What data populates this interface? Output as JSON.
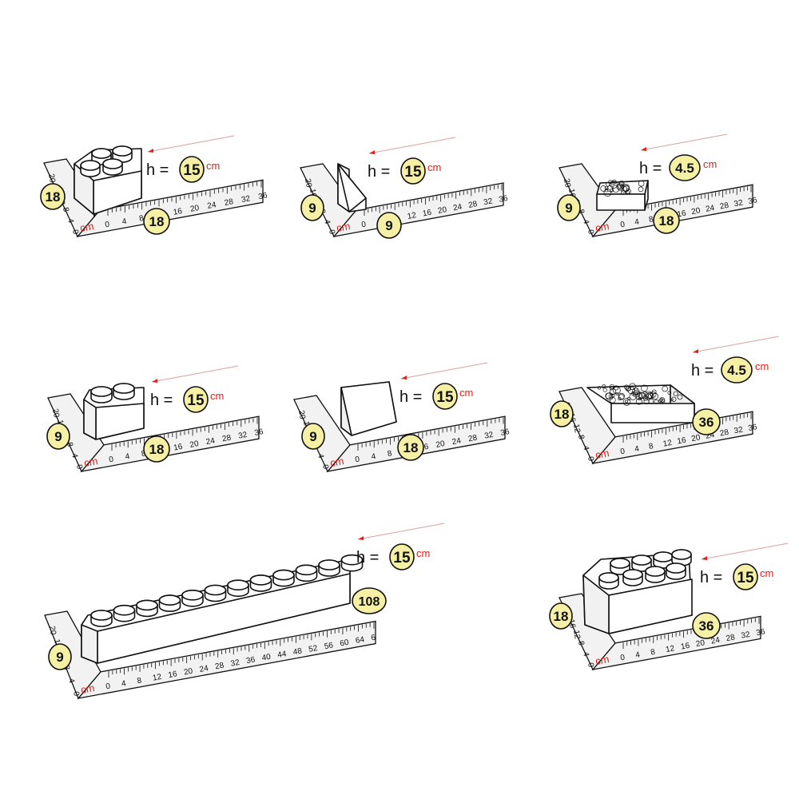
{
  "unit_label": "cm",
  "height_prefix": "h =",
  "ruler_ticks": {
    "horizontal": [
      "0",
      "4",
      "8",
      "12",
      "16",
      "20",
      "24",
      "28",
      "32",
      "36"
    ],
    "horizontal_long": [
      "0",
      "4",
      "8",
      "12",
      "16",
      "20",
      "24",
      "28",
      "32",
      "36",
      "40",
      "44",
      "48",
      "52",
      "56",
      "60",
      "64",
      "6"
    ],
    "vertical": [
      "20",
      "16",
      "12",
      "8",
      "4",
      "0"
    ]
  },
  "pieces": [
    {
      "id": "brick-2x2",
      "depth": "18",
      "length": "18",
      "height": "15"
    },
    {
      "id": "slope-thin",
      "depth": "9",
      "length": "9",
      "height": "15"
    },
    {
      "id": "flat-plate",
      "depth": "9",
      "length": "18",
      "height": "4.5"
    },
    {
      "id": "brick-1x2",
      "depth": "9",
      "length": "18",
      "height": "15"
    },
    {
      "id": "slope-wide",
      "depth": "9",
      "length": "18",
      "height": "15"
    },
    {
      "id": "flat-large",
      "depth": "18",
      "length": "36",
      "height": "4.5"
    },
    {
      "id": "brick-1x12",
      "depth": "9",
      "length": "108",
      "height": "15"
    },
    {
      "id": "brick-2x4",
      "depth": "18",
      "length": "36",
      "height": "15"
    }
  ]
}
